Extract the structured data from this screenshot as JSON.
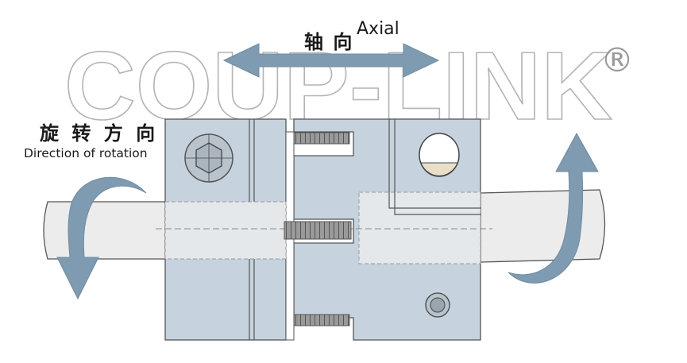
{
  "watermark": {
    "text": "COUP-LINK",
    "registered_mark": "®"
  },
  "labels": {
    "axial_cn": "轴 向",
    "axial_en": "Axial",
    "rotation_cn": "旋 转 方 向",
    "rotation_en": "Direction of rotation"
  },
  "colors": {
    "body": "#c6d3de",
    "shaft": "#ececec",
    "arrow": "#7f9bb1",
    "outline": "#555555",
    "thread": "#8a8a8a",
    "watermark": "#b4b4b4"
  },
  "icons": {
    "hex_screw": "hex-socket-screw-icon",
    "axial_arrow": "double-arrow-icon",
    "rotation_arrow": "curved-arrow-icon"
  }
}
